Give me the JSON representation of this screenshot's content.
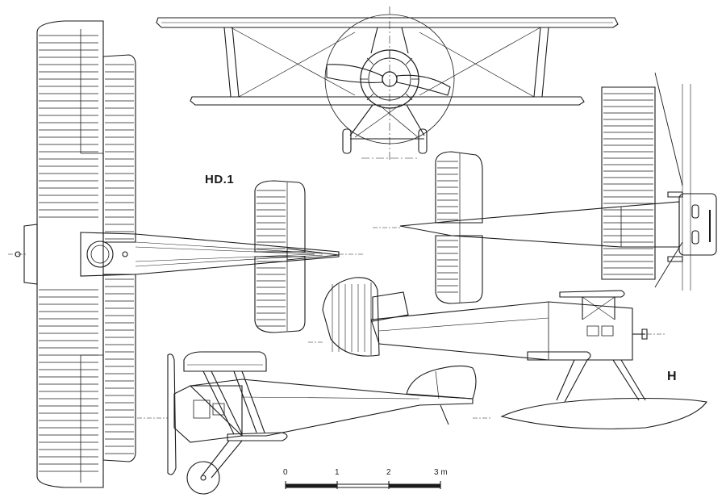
{
  "labels": {
    "hd1": "HD.1",
    "h": "H"
  },
  "scale": {
    "ticks": [
      "0",
      "1",
      "2",
      "3 m"
    ]
  },
  "colors": {
    "ink": "#1a1a1a",
    "paper": "#ffffff"
  }
}
